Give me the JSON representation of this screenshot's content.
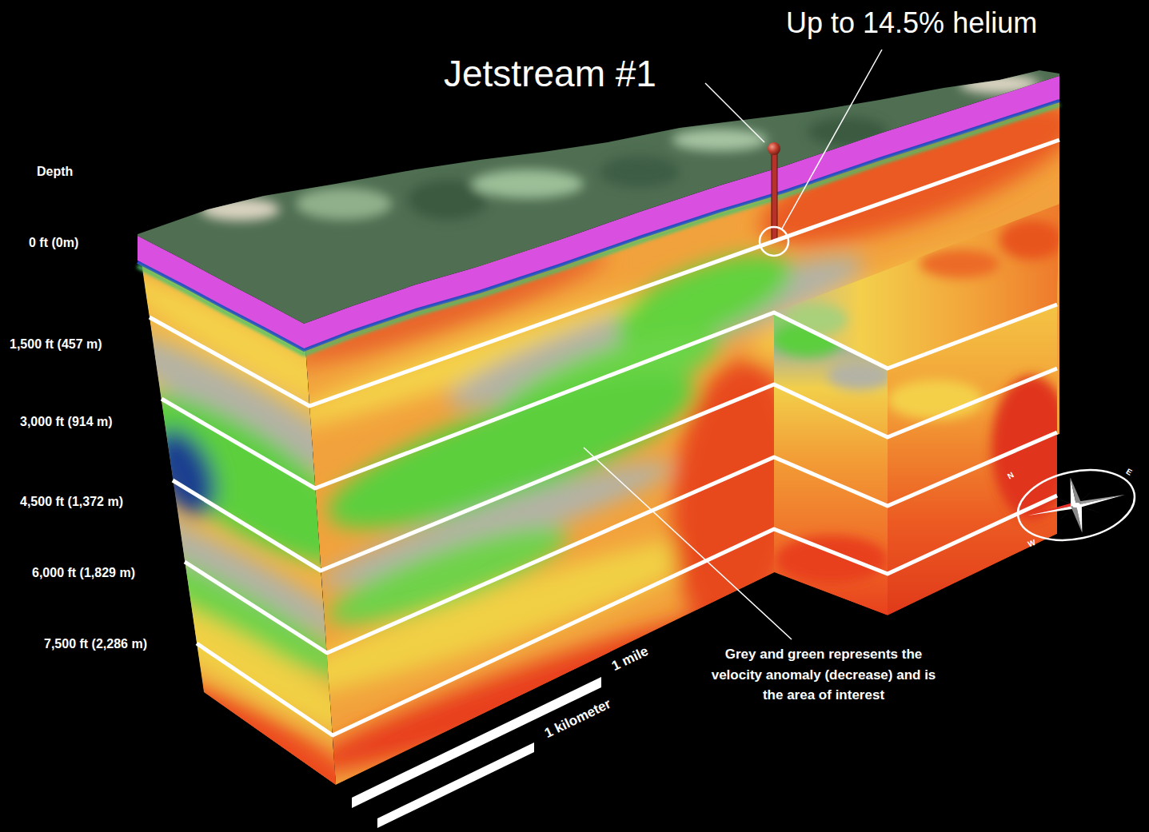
{
  "diagram": {
    "labels": [
      "Up to 14.5% helium",
      "Jetstream #1",
      "Depth",
      "0 ft (0m)",
      "1,500 ft (457 m)",
      "3,000 ft (914 m)",
      "4,500 ft (1,372 m)",
      "6,000 ft (1,829 m)",
      "7,500 ft (2,286 m)",
      "N",
      "E",
      "W",
      "1 mile",
      "1 kilometer",
      "Grey and green represents the velocity anomaly (decrease) and is the area of interest"
    ]
  }
}
